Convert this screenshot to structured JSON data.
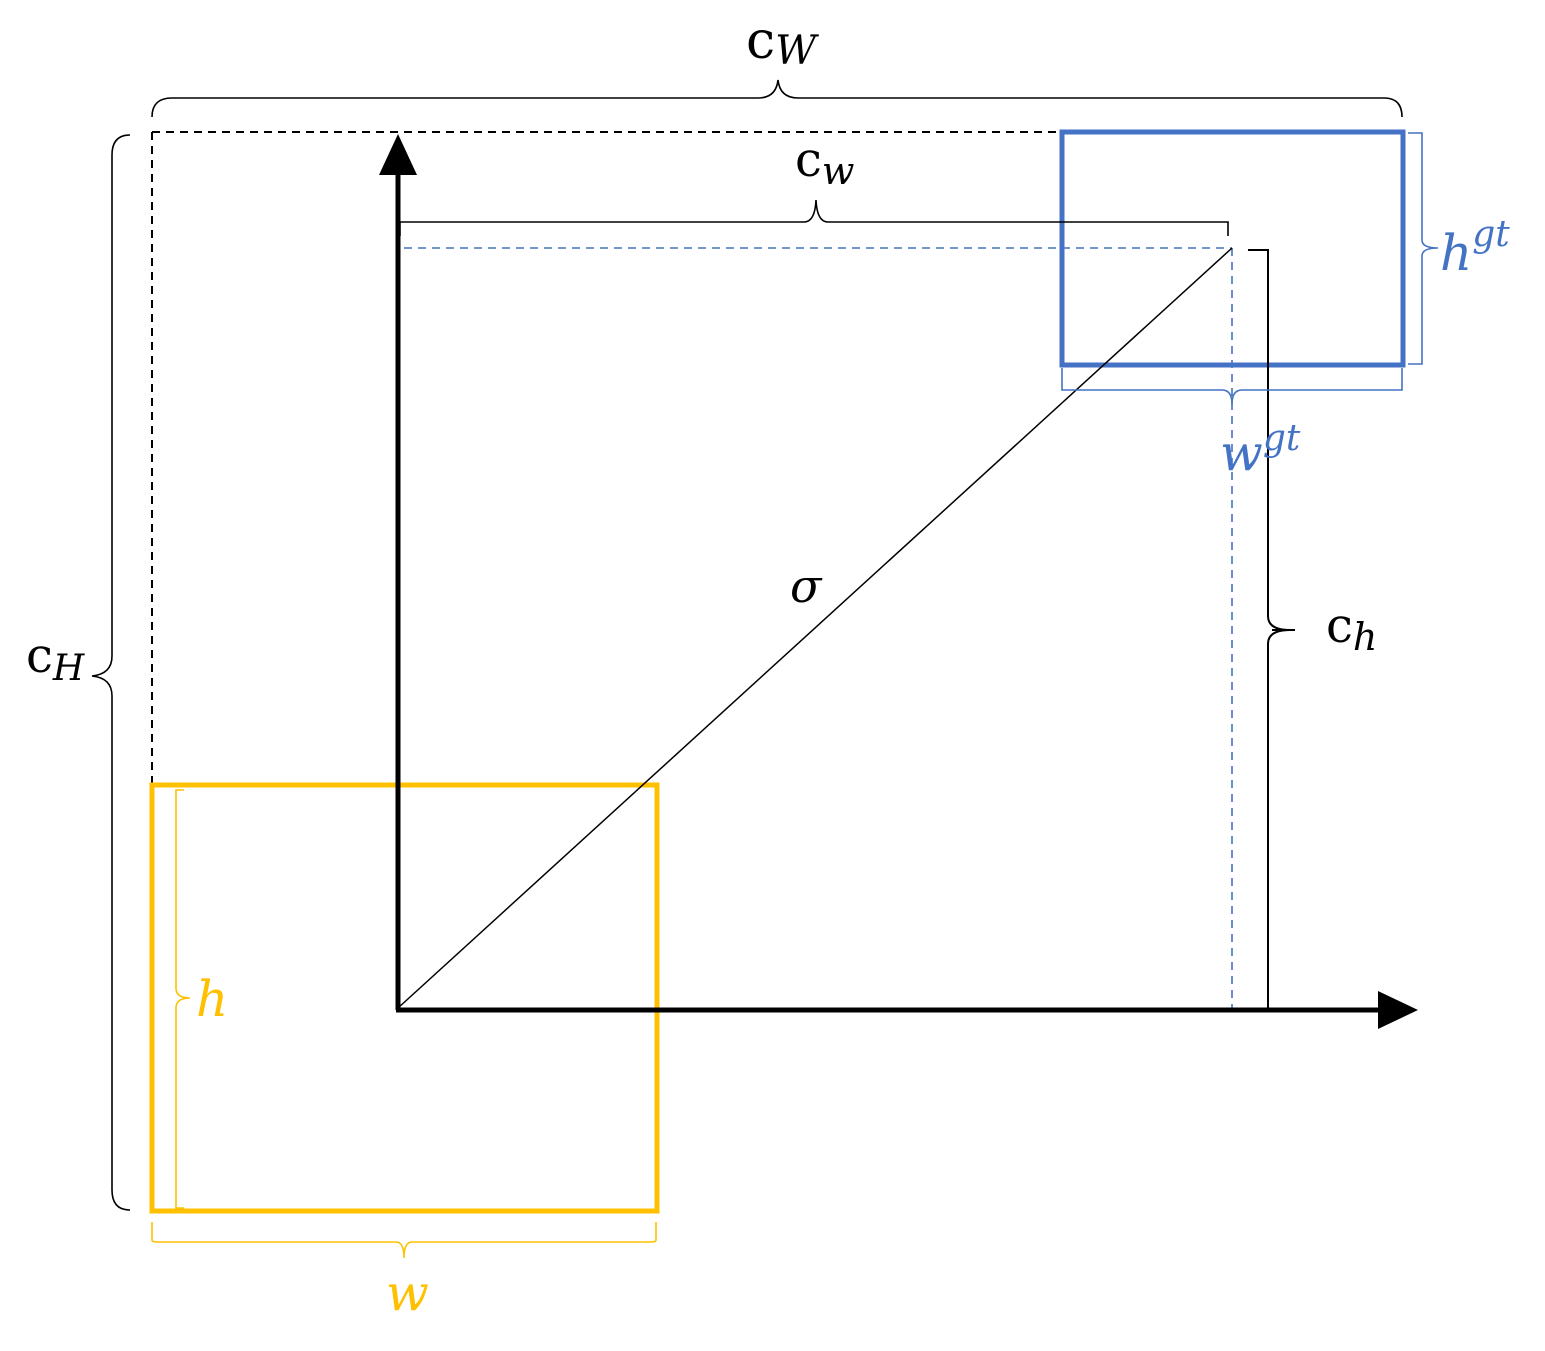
{
  "colors": {
    "black": "#000000",
    "blue": "#4472C4",
    "yellow": "#FFC000",
    "gray": "#333333"
  },
  "labels": {
    "cW": {
      "base": "c",
      "sub": "W"
    },
    "cw": {
      "base": "c",
      "sub": "w"
    },
    "cH": {
      "base": "c",
      "sub": "H"
    },
    "ch": {
      "base": "c",
      "sub": "h"
    },
    "sigma": "σ",
    "hgt": {
      "base": "h",
      "sup": "gt"
    },
    "wgt": {
      "base": "w",
      "sup": "gt"
    },
    "h": "h",
    "w": "w"
  }
}
